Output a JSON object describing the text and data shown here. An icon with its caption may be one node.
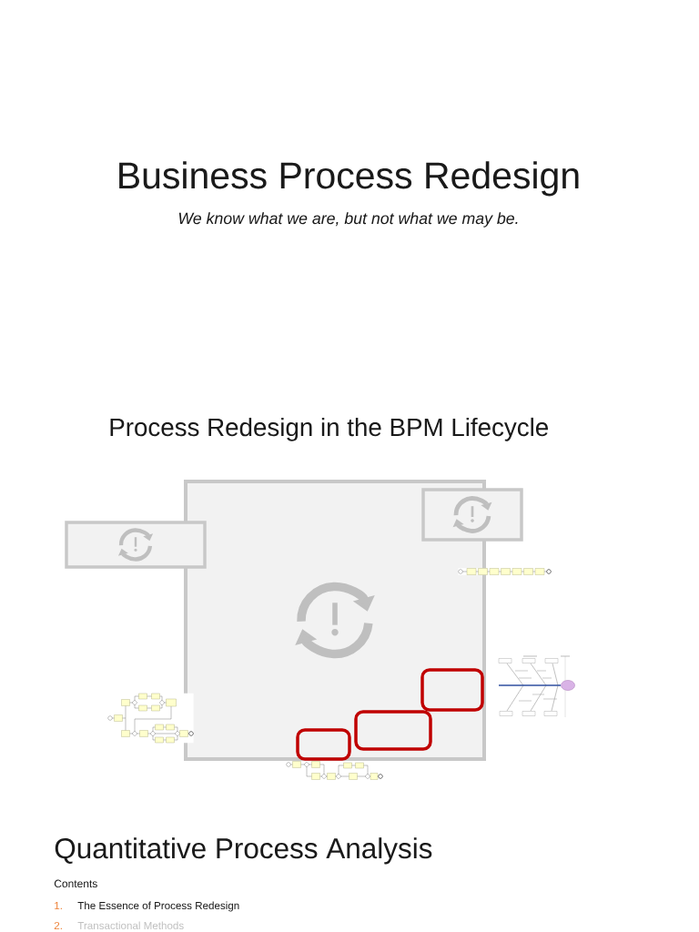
{
  "diagram": {
    "title": "Business Process Redesign",
    "nodes": [
      {
        "text": [],
        "shape": "box"
      },
      {
        "text": [],
        "shape": "box"
      },
      {
        "text": [],
        "shape": "box"
      },
      {
        "text": [],
        "shape": "box",
        "in": 0
      },
      {
        "text": [],
        "shape": "box",
        "in": 0
      },
      {
        "text": [],
        "shape": "box",
        "in": 0
      },
      {
        "text": [],
        "shape": "picture"
      },
      {
        "text": [],
        "shape": "picture"
      },
      {
        "text": [],
        "shape": "picture"
      },
      {
        "text": [],
        "shape": "picture"
      }
    ],
    "labels": [
      "We know what we are, but not what we may be.",
      "Process Redesign in the BPM Lifecycle",
      "Quantitative Process Analysis",
      "Contents",
      "1.",
      "The Essence of Process Redesign",
      "2.",
      "Transactional Methods"
    ]
  }
}
